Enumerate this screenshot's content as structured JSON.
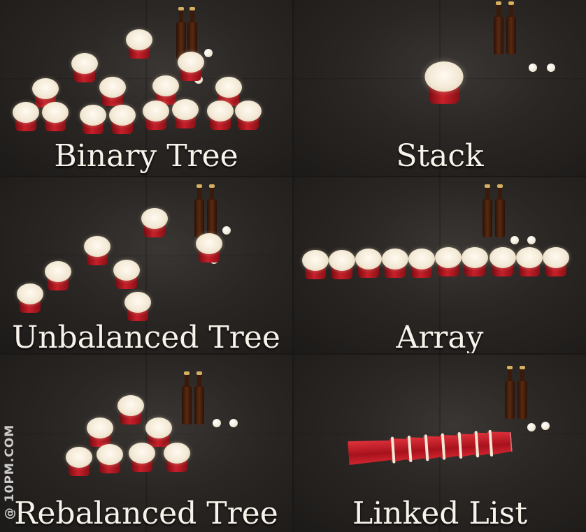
{
  "panels": [
    {
      "caption": "Binary Tree"
    },
    {
      "caption": "Stack"
    },
    {
      "caption": "Unbalanced Tree"
    },
    {
      "caption": "Array"
    },
    {
      "caption": "Rebalanced Tree"
    },
    {
      "caption": "Linked List"
    }
  ],
  "watermark": "@ 10PM.COM",
  "colors": {
    "cup_red": "#c8202a",
    "cup_rim": "#f3e9d6",
    "table": "#2a2624",
    "caption_text": "#f7f3ea"
  }
}
